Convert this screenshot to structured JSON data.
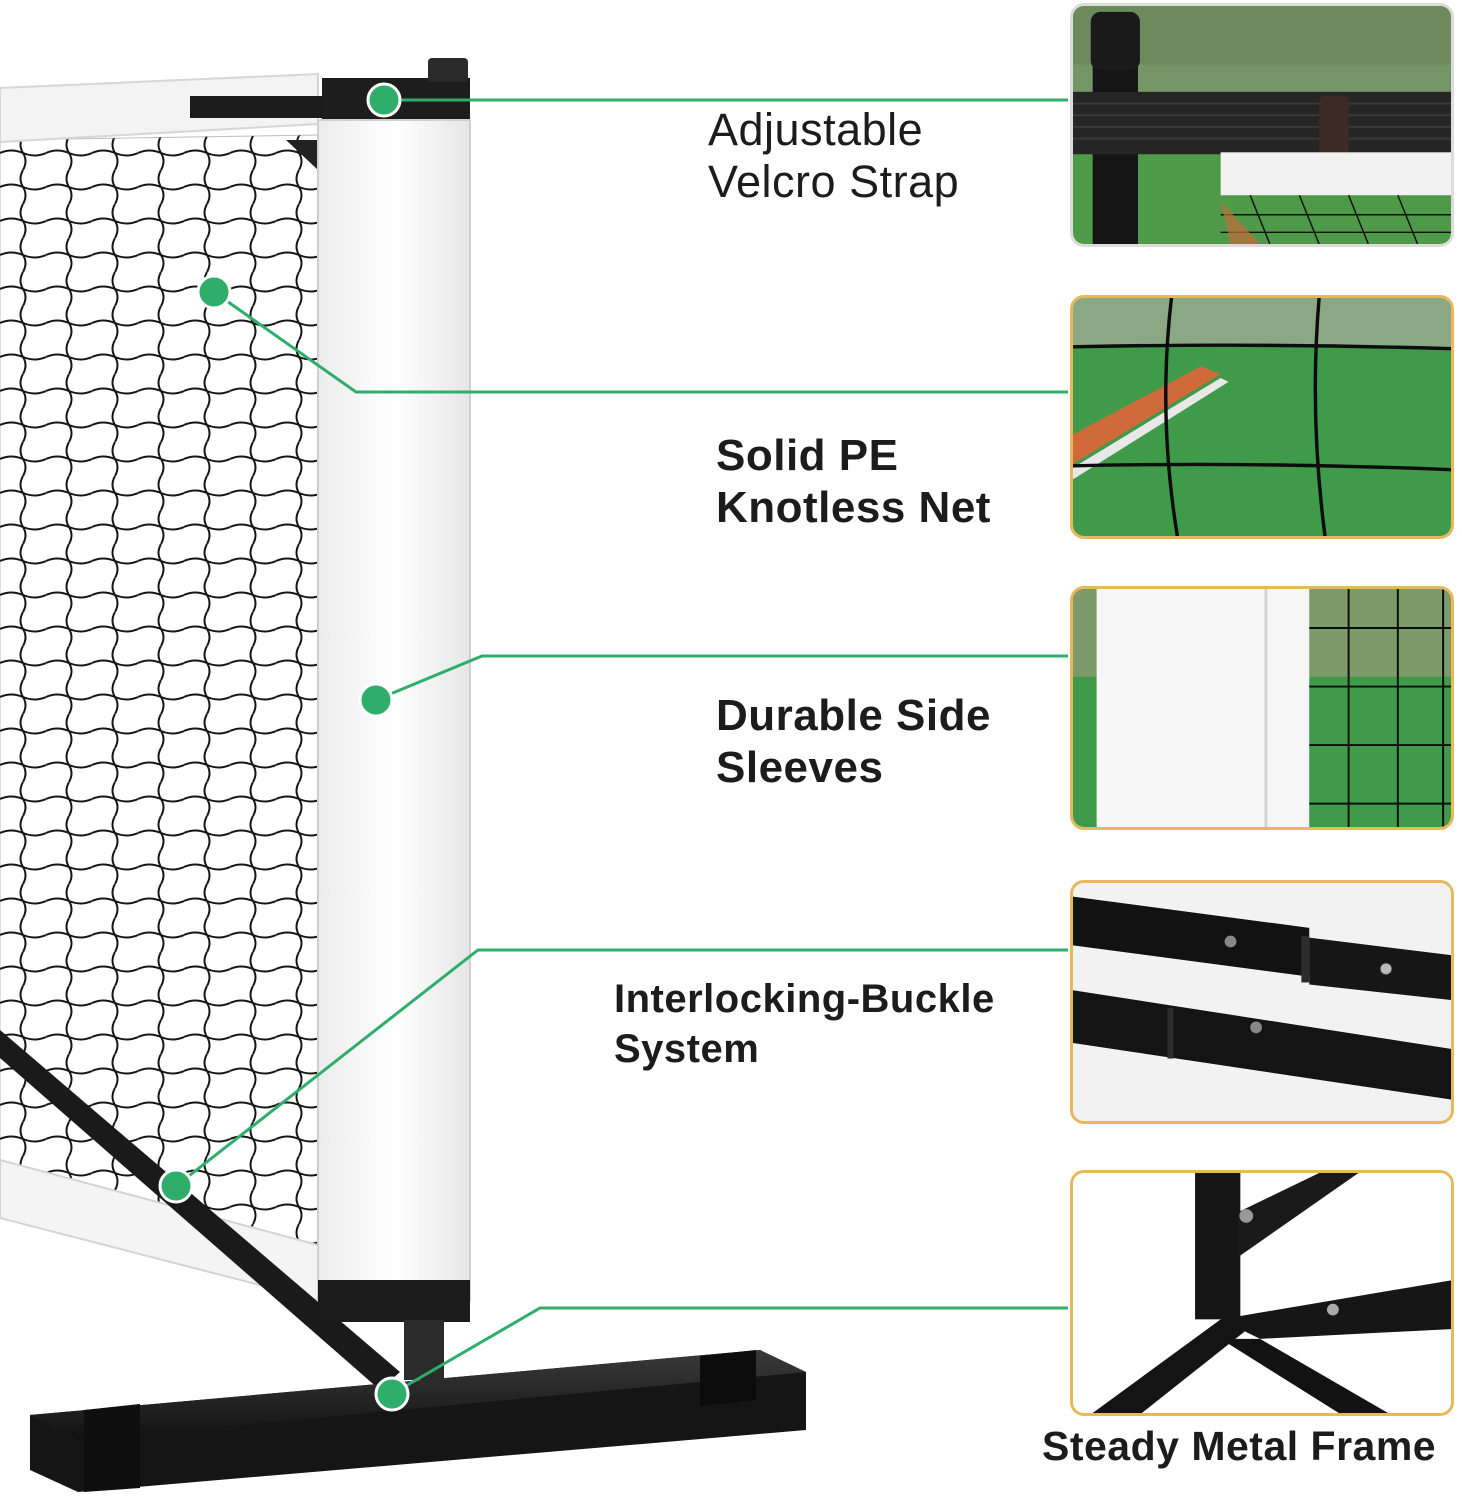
{
  "features": [
    {
      "id": "velcro",
      "lines": [
        "Adjustable",
        "Velcro Strap"
      ]
    },
    {
      "id": "net",
      "lines": [
        "Solid PE",
        "Knotless Net"
      ]
    },
    {
      "id": "sleeves",
      "lines": [
        "Durable Side",
        "Sleeves"
      ]
    },
    {
      "id": "buckle",
      "lines": [
        "Interlocking-Buckle",
        "System"
      ]
    },
    {
      "id": "frame",
      "lines": [
        "Steady Metal Frame"
      ]
    }
  ],
  "colors": {
    "callout_green": "#2fae6b",
    "thumb_border": "#e8b85c",
    "court_green": "#3f9a4a",
    "frame_black": "#161616",
    "sleeve_white": "#f6f6f6"
  }
}
